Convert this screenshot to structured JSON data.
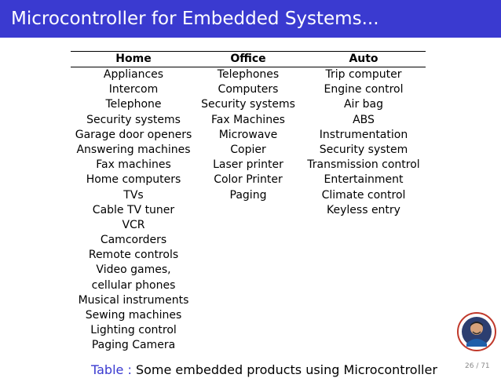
{
  "slide": {
    "title": "Microcontroller for Embedded Systems...",
    "page_number": "26 / 71"
  },
  "table": {
    "headers": [
      "Home",
      "Office",
      "Auto"
    ],
    "columns": {
      "home": [
        "Appliances",
        "Intercom",
        "Telephone",
        "Security systems",
        "Garage door openers",
        "Answering machines",
        "Fax machines",
        "Home computers",
        "TVs",
        "Cable TV tuner",
        "VCR",
        "Camcorders",
        "Remote controls",
        "Video games,",
        "cellular phones",
        "Musical instruments",
        "Sewing machines",
        "Lighting control",
        "Paging Camera"
      ],
      "office": [
        "Telephones",
        "Computers",
        "Security systems",
        "Fax Machines",
        "Microwave",
        "Copier",
        "Laser printer",
        "Color Printer",
        "Paging"
      ],
      "auto": [
        "Trip computer",
        "Engine control",
        "Air bag",
        "ABS",
        "Instrumentation",
        "Security system",
        "Transmission control",
        "Entertainment",
        "Climate control",
        "Keyless entry"
      ]
    },
    "caption_label": "Table :",
    "caption_text": "Some embedded products using Microcontroller"
  },
  "colors": {
    "title_bar": "#3a3ad0",
    "caption_label": "#3a3ad0"
  }
}
